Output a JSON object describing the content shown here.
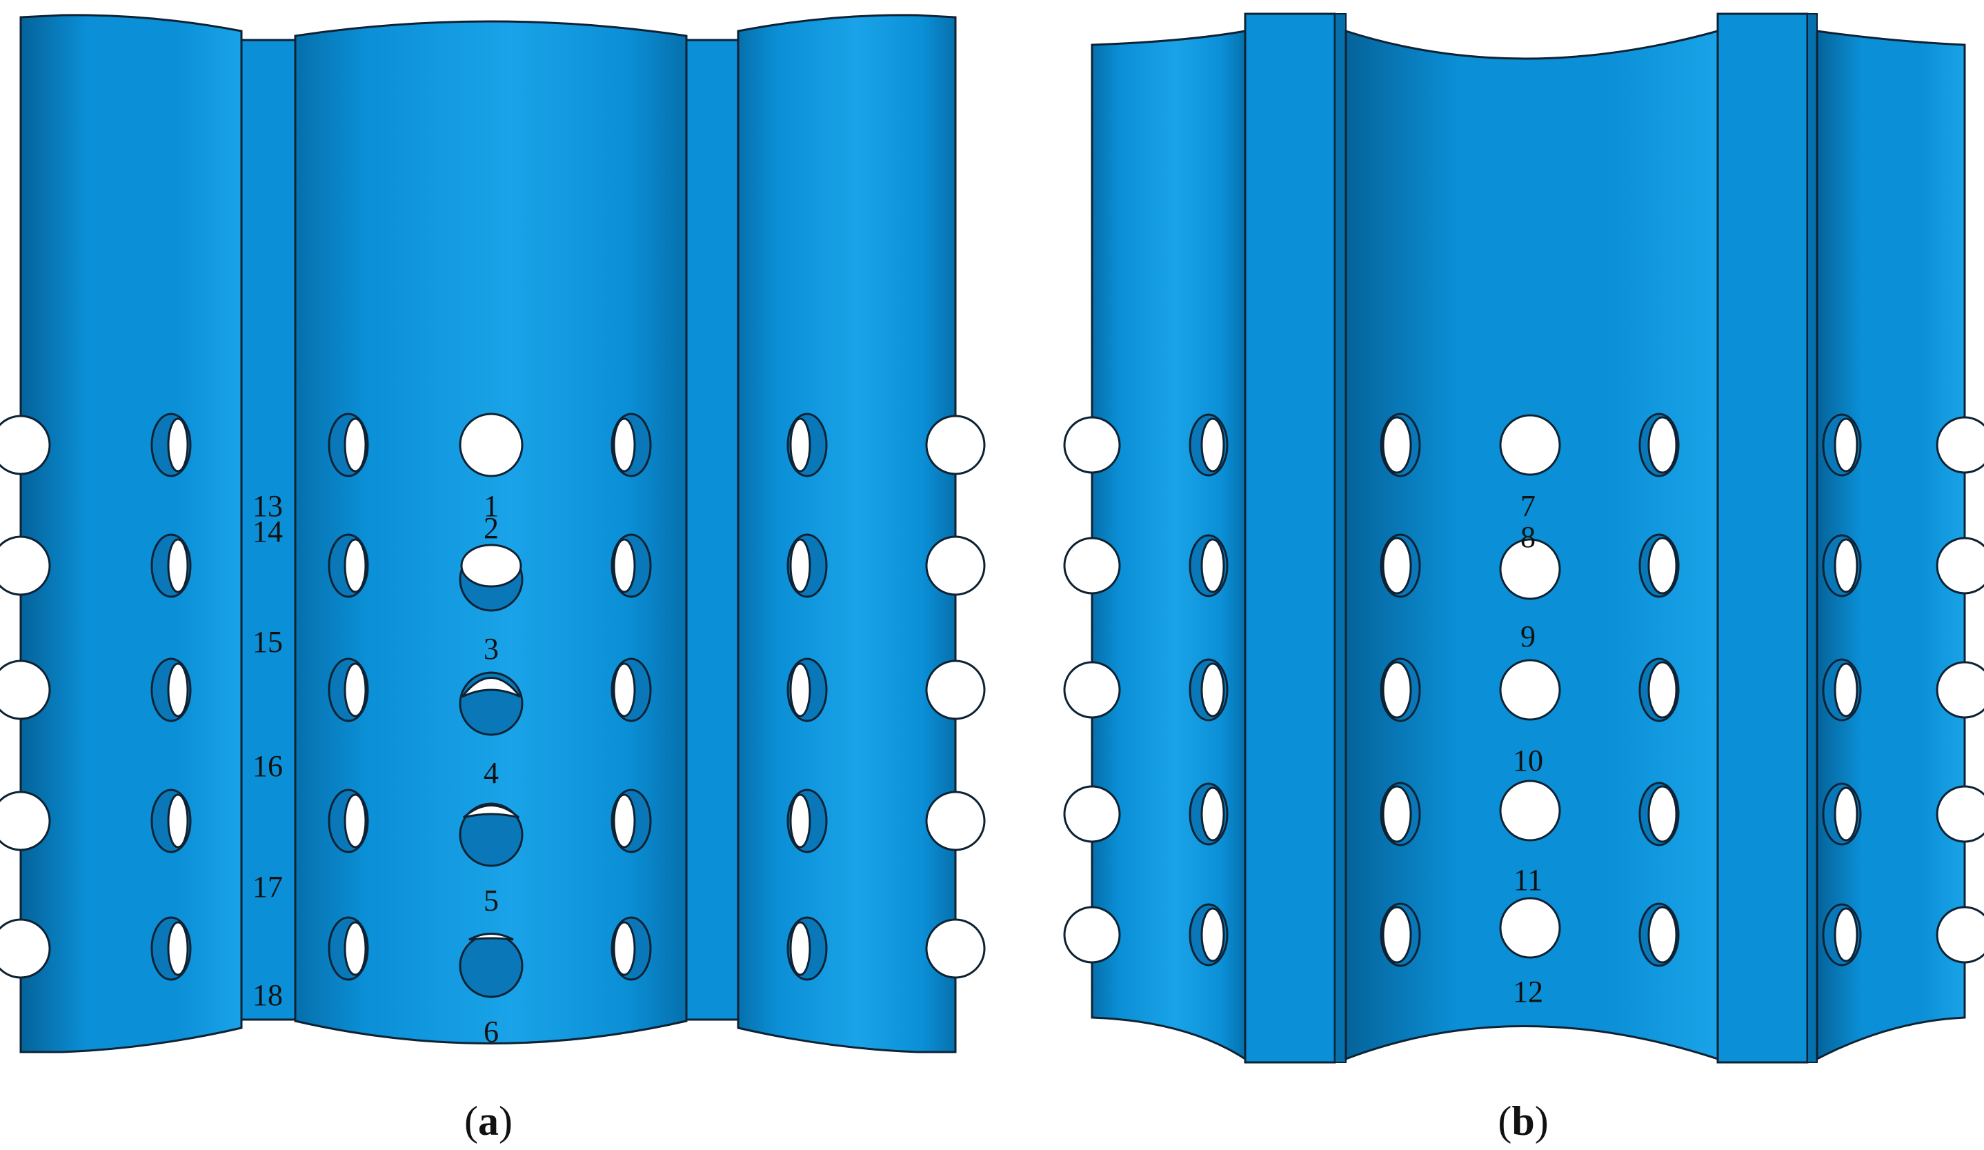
{
  "colors": {
    "shell": "#0b8fd6",
    "shell_light": "#1aa3e8",
    "shell_dark": "#0670ad",
    "outline": "#0d2233",
    "hole": "#ffffff"
  },
  "panel_a": {
    "caption_open": "(",
    "caption_letter": "a",
    "caption_close": ")",
    "labels_center": [
      "1",
      "2",
      "3",
      "4",
      "5",
      "6"
    ],
    "labels_side": [
      "13",
      "14",
      "15",
      "16",
      "17",
      "18"
    ]
  },
  "panel_b": {
    "caption_open": "(",
    "caption_letter": "b",
    "caption_close": ")",
    "labels_center": [
      "7",
      "8",
      "9",
      "10",
      "11",
      "12"
    ]
  }
}
